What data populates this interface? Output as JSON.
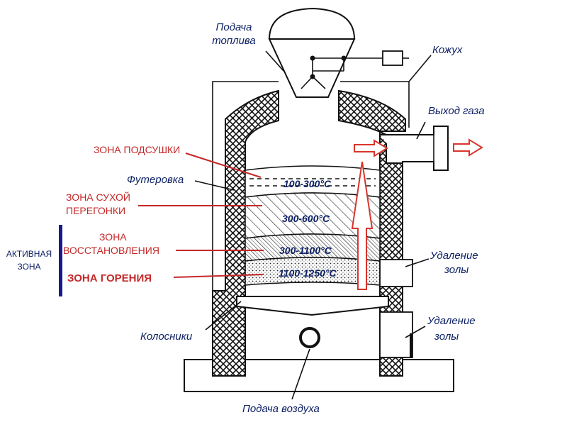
{
  "labels": {
    "fuel_feed": [
      "Подача",
      "топлива"
    ],
    "casing": "Кожух",
    "gas_outlet": "Выход газа",
    "lining": "Футеровка",
    "ash_removal_1": [
      "Удаление",
      "золы"
    ],
    "ash_removal_2": [
      "Удаление",
      "золы"
    ],
    "grates": "Колосники",
    "air_feed": "Подача воздуха"
  },
  "zones": {
    "drying": "ЗОНА ПОДСУШКИ",
    "dry_distillation": [
      "ЗОНА СУХОЙ",
      "ПЕРЕГОНКИ"
    ],
    "reduction": [
      "ЗОНА",
      "ВОССТАНОВЛЕНИЯ"
    ],
    "combustion": "ЗОНА ГОРЕНИЯ"
  },
  "active_zone": [
    "АКТИВНАЯ",
    "ЗОНА"
  ],
  "temperatures": {
    "drying": "100-300°C",
    "dry_distillation": "300-600°C",
    "reduction": "300-1100°C",
    "combustion": "1100-1250°C"
  },
  "colors": {
    "zone_text": "#c42828",
    "label_text": "#0b1f63",
    "active_bar": "#1a1a8c",
    "arrow": "#d9342b"
  }
}
